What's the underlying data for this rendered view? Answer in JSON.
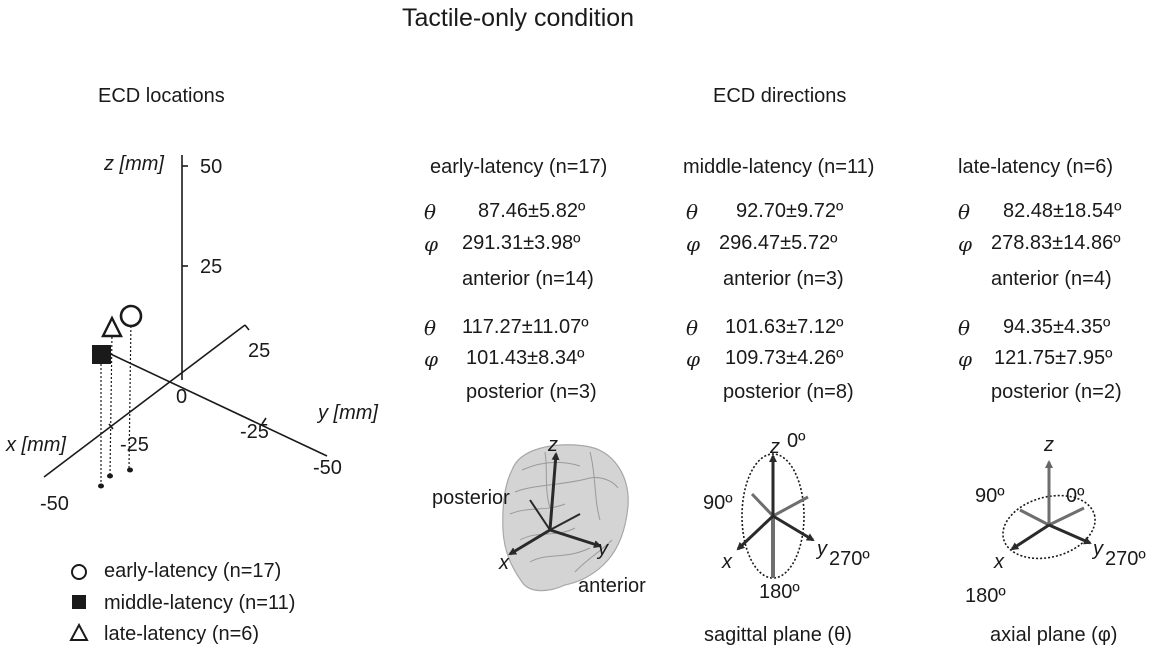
{
  "figure": {
    "title": "Tactile-only condition",
    "locations_heading": "ECD locations",
    "directions_heading": "ECD directions"
  },
  "axes3d": {
    "z_label": "z [mm]",
    "y_label": "y [mm]",
    "x_label": "x [mm]",
    "z_ticks": [
      "50",
      "25"
    ],
    "origin": "0",
    "y_ticks": [
      "25",
      "-25",
      "-50"
    ],
    "x_ticks": [
      "-25",
      "-50"
    ]
  },
  "legend": [
    {
      "symbol": "circle",
      "label": "early-latency (n=17)"
    },
    {
      "symbol": "filled-square",
      "label": "middle-latency (n=11)"
    },
    {
      "symbol": "triangle",
      "label": "late-latency (n=6)"
    }
  ],
  "symbols": {
    "theta": "θ",
    "phi": "φ"
  },
  "columns": [
    {
      "header": "early-latency (n=17)",
      "anterior": {
        "theta": "87.46±5.82º",
        "phi": "291.31±3.98º",
        "label": "anterior (n=14)"
      },
      "posterior": {
        "theta": "117.27±11.07º",
        "phi": "101.43±8.34º",
        "label": "posterior (n=3)"
      }
    },
    {
      "header": "middle-latency (n=11)",
      "anterior": {
        "theta": "92.70±9.72º",
        "phi": "296.47±5.72º",
        "label": "anterior (n=3)"
      },
      "posterior": {
        "theta": "101.63±7.12º",
        "phi": "109.73±4.26º",
        "label": "posterior (n=8)"
      }
    },
    {
      "header": "late-latency (n=6)",
      "anterior": {
        "theta": "82.48±18.54º",
        "phi": "278.83±14.86º",
        "label": "anterior (n=4)"
      },
      "posterior": {
        "theta": "94.35±4.35º",
        "phi": "121.75±7.95º",
        "label": "posterior (n=2)"
      }
    }
  ],
  "diagrams": {
    "brain": {
      "posterior": "posterior",
      "anterior": "anterior",
      "z": "z",
      "x": "x",
      "y": "y"
    },
    "sagittal": {
      "z": "z",
      "x": "x",
      "y": "y",
      "deg0": "0º",
      "deg90": "90º",
      "deg270": "270º",
      "deg180": "180º",
      "caption": "sagittal plane (θ)"
    },
    "axial": {
      "z": "z",
      "x": "x",
      "y": "y",
      "deg0": "0º",
      "deg90": "90º",
      "deg270": "270º",
      "deg180": "180º",
      "caption": "axial plane (φ)"
    }
  },
  "colors": {
    "ink": "#1a1a1a",
    "gray_arrow": "#6e6e6e",
    "brain_fill": "#d4d4d4"
  }
}
